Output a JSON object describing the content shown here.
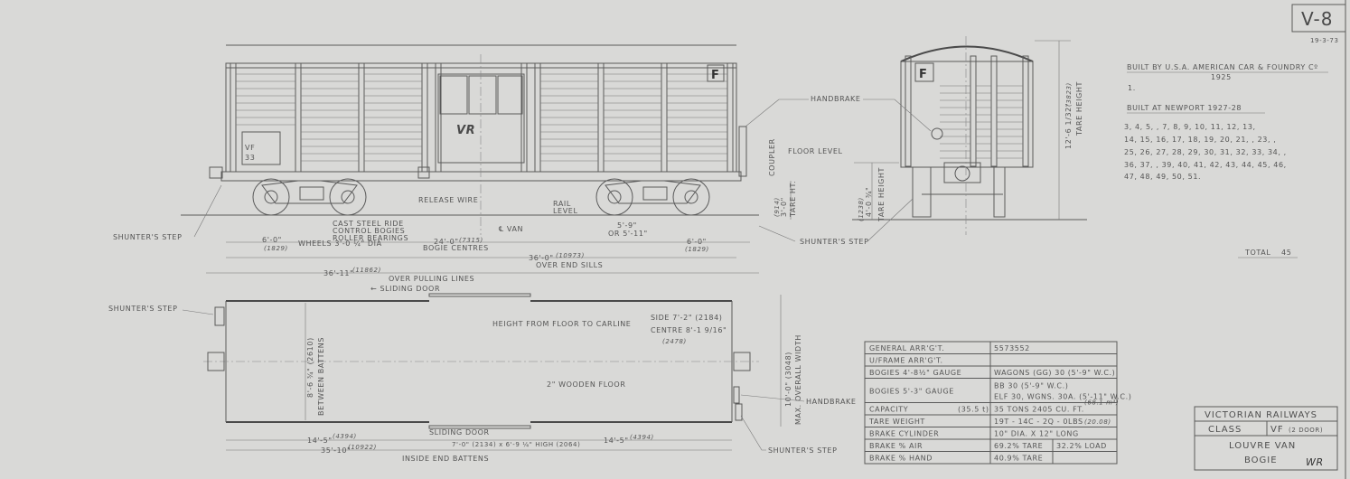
{
  "sheet": {
    "drawing_number": "V-8",
    "date": "19-3-73"
  },
  "side_view": {
    "class_letter": "F",
    "car_marking_line1": "VF",
    "car_marking_line2": "33",
    "logo_text": "VR",
    "labels": {
      "shunters_step": "SHUNTER'S STEP",
      "bogies_line1": "CAST STEEL RIDE",
      "bogies_line2": "CONTROL BOGIES",
      "bogies_line3": "ROLLER BEARINGS",
      "release_wire": "RELEASE WIRE",
      "rail_level_1": "RAIL",
      "rail_level_2": "LEVEL",
      "centreline_van": "℄ VAN",
      "wheelbase_1": "5'-9\"",
      "wheelbase_2": "OR 5'-11\"",
      "coupler": "COUPLER",
      "coupler_height": "3'-0\"",
      "coupler_height_metric": "(914)",
      "tare_ht": "TARE HT."
    },
    "dimensions": {
      "end_left": "6'-0\"",
      "end_left_metric": "(1829)",
      "wheels": "WHEELS 3'-0 ¼\" DIA",
      "bogie_centres": "24'-0\"",
      "bogie_centres_metric": "(7315)",
      "bogie_centres_label": "BOGIE CENTRES",
      "end_right": "6'-0\"",
      "end_right_metric": "(1829)",
      "over_end_sills": "36'-0\"",
      "over_end_sills_metric": "(10973)",
      "over_end_sills_label": "OVER END SILLS",
      "over_pulling_lines": "36'-11\"",
      "over_pulling_lines_metric": "(11862)",
      "over_pulling_lines_label": "OVER PULLING LINES",
      "sliding_door": "← SLIDING DOOR"
    }
  },
  "end_view": {
    "class_letter": "F",
    "labels": {
      "handbrake": "HANDBRAKE",
      "floor_level": "FLOOR LEVEL",
      "shunters_step": "SHUNTER'S STEP",
      "floor_height": "4'-0 ¾\"",
      "floor_height_metric": "(1238)",
      "floor_tare_height": "TARE HEIGHT",
      "overall_height": "12'-6 1/32\"",
      "overall_height_metric": "(3823)",
      "overall_tare_height": "TARE HEIGHT"
    }
  },
  "plan_view": {
    "labels": {
      "shunters_step": "SHUNTER'S STEP",
      "height_label": "HEIGHT FROM FLOOR TO CARLINE",
      "side_height": "SIDE 7'-2\" (2184)",
      "centre_height": "CENTRE 8'-1 9/16\"",
      "centre_height_metric": "(2478)",
      "between_battens": "8'-6 ¾\" (2610)",
      "between_battens_label": "BETWEEN BATTENS",
      "floor": "2\" WOODEN FLOOR",
      "max_width": "10'-0\" (3048)",
      "max_width_label": "MAX. OVERALL WIDTH",
      "handbrake": "HANDBRAKE",
      "shunters_step_right": "SHUNTER'S STEP"
    },
    "dimensions": {
      "left_panel": "14'-5\"",
      "left_panel_metric": "(4394)",
      "sliding_door": "SLIDING DOOR",
      "door_size": "7'-0\" (2134) x 6'-9 ¼\" HIGH (2064)",
      "right_panel": "14'-5\"",
      "right_panel_metric": "(4394)",
      "inside_length": "35'-10\"",
      "inside_length_metric": "(10922)",
      "inside_length_label": "INSIDE END BATTENS"
    }
  },
  "build_info": {
    "heading1": "BUILT BY U.S.A. AMERICAN CAR & FOUNDRY Cº",
    "year1": "1925",
    "numbers1": "1.",
    "heading2": "BUILT AT NEWPORT 1927-28",
    "number_rows": [
      "3,  4,  5,   ,  7,  8,  9,  10,  11,  12,  13,",
      "14,  15,  16,  17,  18,  19,  20,  21,    ,  23,    ,",
      "25,  26,  27,  28,  29,  30,  31,  32,  33,  34,    ,",
      "36,  37,    ,  39,  40,  41,  42,  43,  44,  45,  46,",
      "47,  48,  49,  50,  51."
    ],
    "total_label": "TOTAL",
    "total_value": "45"
  },
  "spec_table": {
    "rows": [
      {
        "label": "GENERAL ARR'G'T.",
        "value": "5573552",
        "value2": ""
      },
      {
        "label": "U/FRAME ARR'G'T.",
        "value": "",
        "value2": ""
      },
      {
        "label": "BOGIES 4'-8½\" GAUGE",
        "value": "WAGONS (GG) 30 (5'-9\" W.C.)",
        "value2": ""
      },
      {
        "label": "BOGIES 5'-3\" GAUGE",
        "value": "BB 30 (5'-9\" W.C.)",
        "value2": "ELF 30, WGNS. 30A. (5'-11\" W.C.)"
      },
      {
        "label": "CAPACITY",
        "label_note": "(35.5 t)",
        "value": "35 TONS  2405 CU. FT.",
        "value_note": "(68.1 m³)",
        "value2": ""
      },
      {
        "label": "TARE WEIGHT",
        "value": "19T - 14C - 2Q - 0LBS",
        "value_note": "(20.08)",
        "value2": ""
      },
      {
        "label": "BRAKE CYLINDER",
        "value": "10\" DIA. X 12\" LONG",
        "value2": ""
      },
      {
        "label": "BRAKE % AIR",
        "value": "69.2% TARE",
        "value2": "32.2% LOAD"
      },
      {
        "label": "BRAKE % HAND",
        "value": "40.9% TARE",
        "value2": ""
      }
    ]
  },
  "title_block": {
    "railway": "VICTORIAN RAILWAYS",
    "class_label": "CLASS",
    "class_value": "VF",
    "class_note": "(2 DOOR)",
    "description1": "LOUVRE VAN",
    "description2": "BOGIE",
    "signature": "WR"
  }
}
